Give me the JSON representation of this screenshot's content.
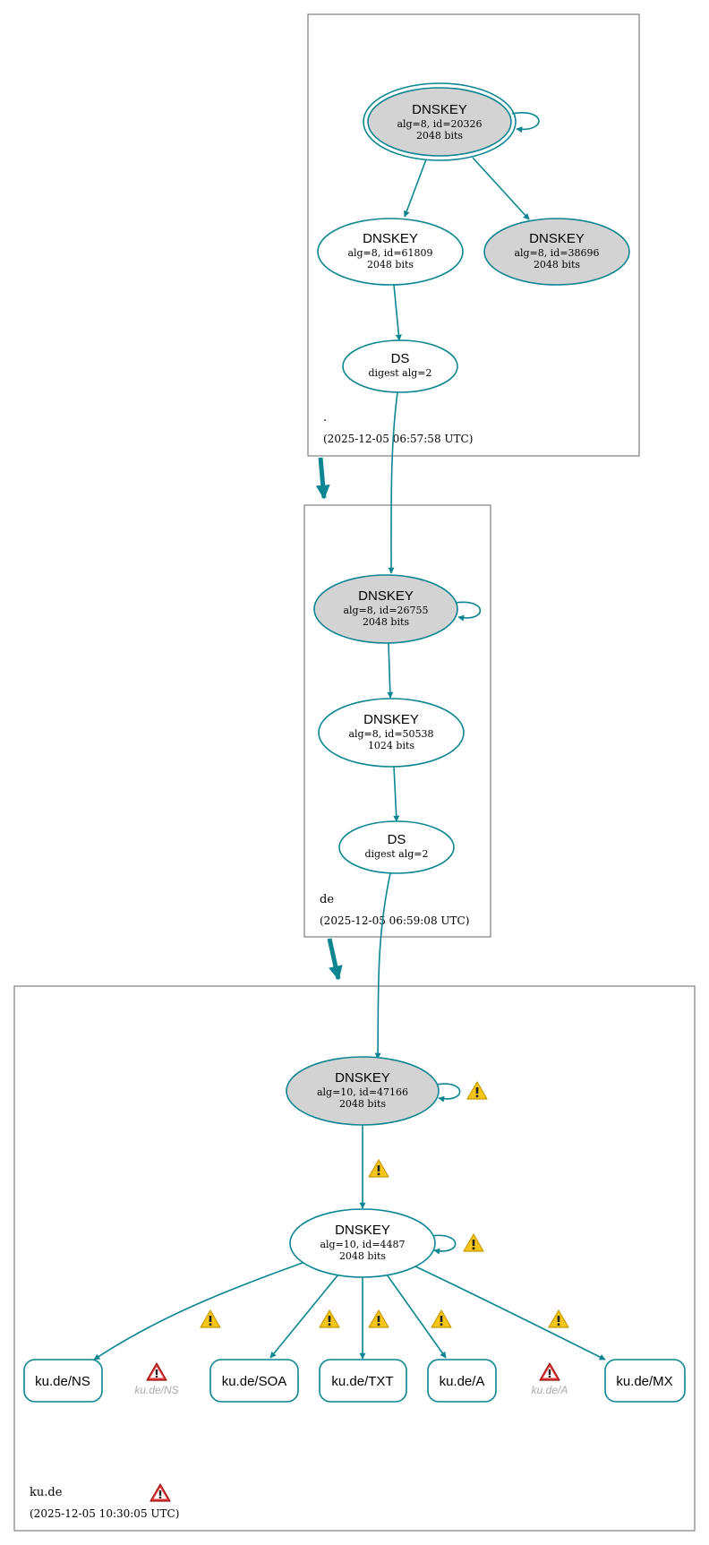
{
  "colors": {
    "edge": "#0a8591",
    "node_fill_ksk": "#d3d3d3",
    "node_fill_plain": "#ffffff",
    "zone_border": "#666666",
    "warning_yellow": "#f5c518",
    "error_red": "#cc2222",
    "ghost_text": "#aaaaaa"
  },
  "zones": {
    "root": {
      "name": ".",
      "timestamp": "(2025-12-05 06:57:58 UTC)"
    },
    "de": {
      "name": "de",
      "timestamp": "(2025-12-05 06:59:08 UTC)"
    },
    "kude": {
      "name": "ku.de",
      "timestamp": "(2025-12-05 10:30:05 UTC)"
    }
  },
  "nodes": {
    "root_ksk": {
      "title": "DNSKEY",
      "line1": "alg=8, id=20326",
      "line2": "2048 bits"
    },
    "root_zsk": {
      "title": "DNSKEY",
      "line1": "alg=8, id=61809",
      "line2": "2048 bits"
    },
    "root_ksk2": {
      "title": "DNSKEY",
      "line1": "alg=8, id=38696",
      "line2": "2048 bits"
    },
    "root_ds": {
      "title": "DS",
      "line1": "digest alg=2"
    },
    "de_ksk": {
      "title": "DNSKEY",
      "line1": "alg=8, id=26755",
      "line2": "2048 bits"
    },
    "de_zsk": {
      "title": "DNSKEY",
      "line1": "alg=8, id=50538",
      "line2": "1024 bits"
    },
    "de_ds": {
      "title": "DS",
      "line1": "digest alg=2"
    },
    "kude_ksk": {
      "title": "DNSKEY",
      "line1": "alg=10, id=47166",
      "line2": "2048 bits"
    },
    "kude_zsk": {
      "title": "DNSKEY",
      "line1": "alg=10, id=4487",
      "line2": "2048 bits"
    }
  },
  "rrsets": {
    "ns": "ku.de/NS",
    "soa": "ku.de/SOA",
    "txt": "ku.de/TXT",
    "a": "ku.de/A",
    "mx": "ku.de/MX"
  },
  "ghost_nodes": {
    "ns": "ku.de/NS",
    "a": "ku.de/A"
  },
  "icons": {
    "warning": "warning-triangle-icon",
    "error": "error-triangle-icon"
  }
}
